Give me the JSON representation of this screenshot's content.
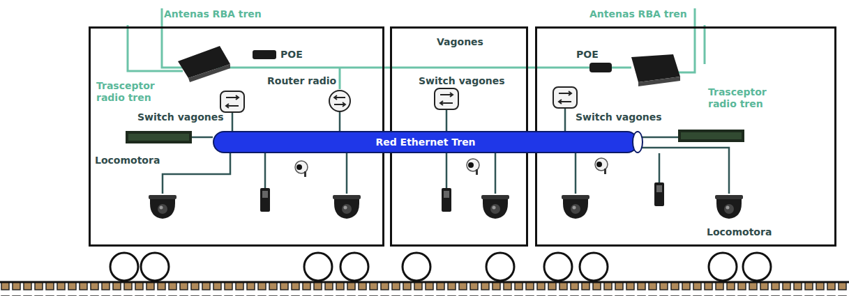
{
  "diagram": {
    "nodes": [
      {
        "text": [
          "Locomotora"
        ]
      },
      {
        "text": [
          "Vagones"
        ]
      },
      {
        "text": [
          "Locomotora"
        ]
      },
      {
        "text": [
          "Red Ethernet Tren"
        ]
      }
    ],
    "labels": [
      "Antenas RBA tren",
      "Antenas RBA tren",
      "POE",
      "Router radio",
      "Trasceptor radio tren",
      "Switch vagones",
      "Switch vagones",
      "POE",
      "Trasceptor radio tren",
      "Switch vagones"
    ]
  }
}
